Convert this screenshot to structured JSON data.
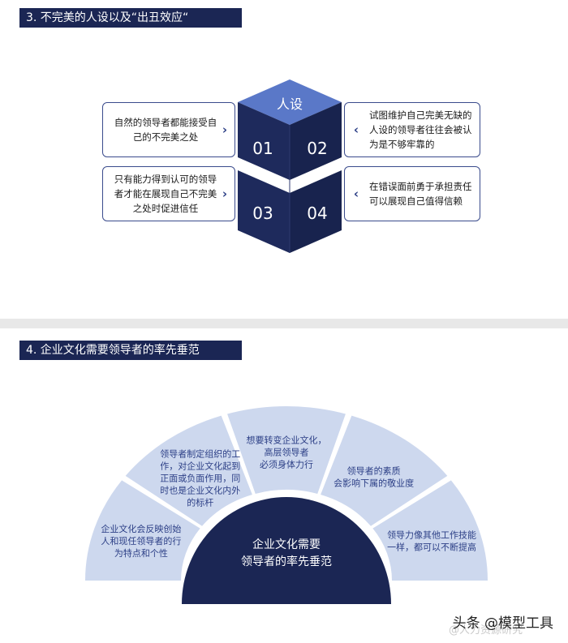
{
  "section3": {
    "title": "3.  不完美的人设以及“出丑效应“",
    "cube_label": "人设",
    "quadrants": [
      "01",
      "02",
      "03",
      "04"
    ],
    "callouts": [
      {
        "text": "自然的领导者都能接受自\n己的不完美之处"
      },
      {
        "text": "试图维护自己完美无缺的\n人设的领导者往往会被认\n为是不够牢靠的"
      },
      {
        "text": "只有能力得到认可的领导\n者才能在展现自己不完美\n之处时促进信任"
      },
      {
        "text": "在错误面前勇于承担责任\n可以展现自己值得信赖"
      }
    ]
  },
  "section4": {
    "title": "4.  企业文化需要领导者的率先垂范",
    "center": {
      "line1": "企业文化需要",
      "line2": "领导者的率先垂范"
    },
    "segments": [
      {
        "lines": [
          "企业文化会反映创始",
          "人和现任领导者的行",
          "为特点和个性"
        ]
      },
      {
        "lines": [
          "领导者制定组织的工",
          "作，对企业文化起到",
          "正面或负面作用，同",
          "时也是企业文化内外",
          "的标杆"
        ]
      },
      {
        "lines": [
          "想要转变企业文化，",
          "高层领导者",
          "必须身体力行"
        ]
      },
      {
        "lines": [
          "领导者的素质",
          "会影响下属的敬业度"
        ]
      },
      {
        "lines": [
          "领导力像其他工作技能",
          "一样，都可以不断提高"
        ]
      }
    ]
  },
  "watermark": {
    "text": "头条 @模型工具",
    "faint": "@人力资源研究"
  },
  "colors": {
    "navy": "#1b2654",
    "cube_top": "#5a78c8",
    "fan_light": "#cdd8ee",
    "accent_text": "#2c3f86"
  }
}
